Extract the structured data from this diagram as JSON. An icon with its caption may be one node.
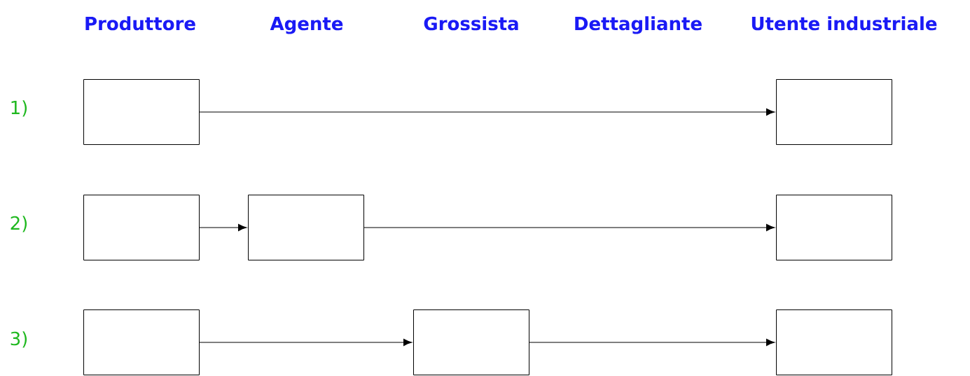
{
  "diagram": {
    "nodes": [
      {
        "text": [],
        "shape": "box"
      },
      {
        "text": [],
        "shape": "box"
      },
      {
        "text": [],
        "shape": "box"
      },
      {
        "text": [],
        "shape": "box"
      },
      {
        "text": [],
        "shape": "box"
      },
      {
        "text": [],
        "shape": "box"
      },
      {
        "text": [],
        "shape": "box"
      },
      {
        "text": [],
        "shape": "box"
      }
    ],
    "edges": [
      {
        "from": 0,
        "to": 1,
        "arrow": "to"
      },
      {
        "from": 2,
        "to": 3,
        "arrow": "to"
      },
      {
        "from": 3,
        "to": 4,
        "arrow": "to"
      },
      {
        "from": 5,
        "to": 6,
        "arrow": "to"
      },
      {
        "from": 6,
        "to": 7,
        "arrow": "to"
      }
    ],
    "labels": [
      "Produttore",
      "Agente",
      "Grossista",
      "Dettagliante",
      "Utente industriale",
      "1)",
      "2)",
      "3)"
    ]
  }
}
